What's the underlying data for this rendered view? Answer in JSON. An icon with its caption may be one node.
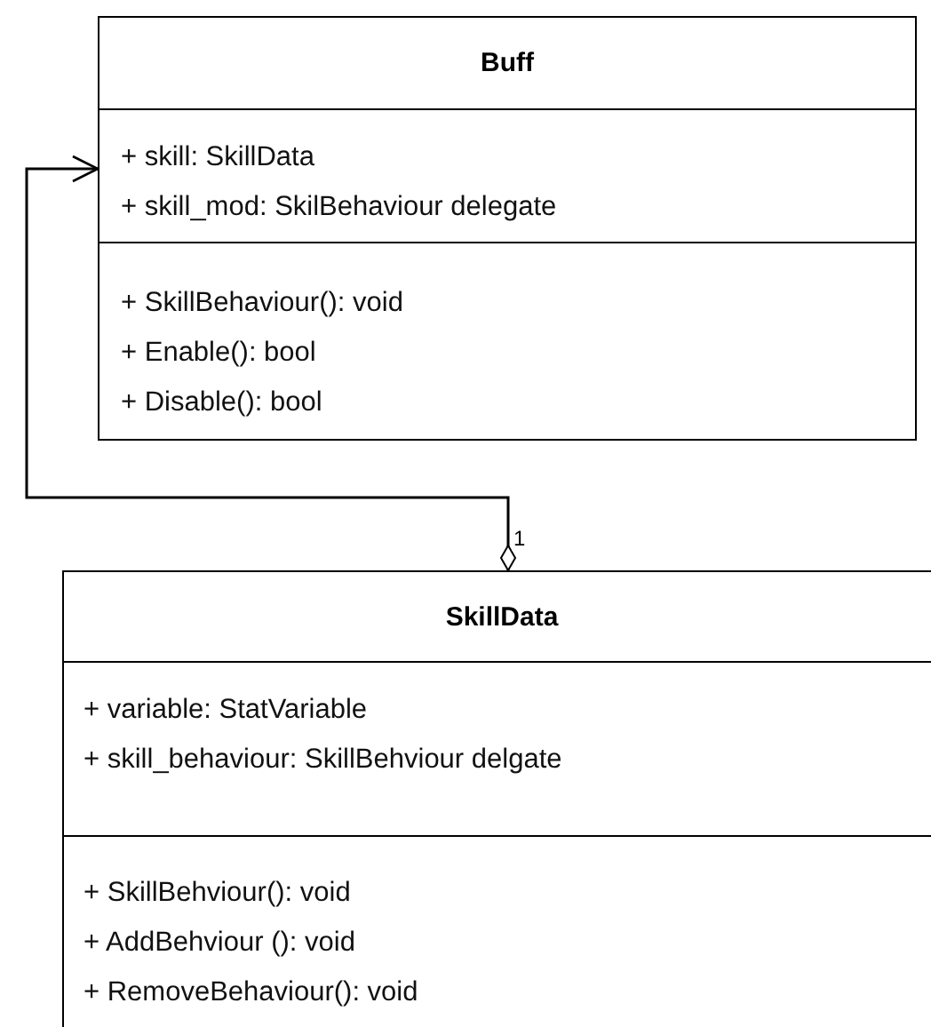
{
  "diagram": {
    "nodes": [
      {
        "text": [
          "Buff",
          "+ skill: SkillData",
          "+ skill_mod: SkilBehaviour delegate",
          "+ SkillBehaviour(): void",
          "+ Enable(): bool",
          "+ Disable(): bool"
        ]
      },
      {
        "text": [
          "SkillData",
          "+ variable: StatVariable",
          "+ skill_behaviour: SkillBehviour delgate",
          "+ SkillBehviour(): void",
          "+ AddBehviour (): void",
          "+ RemoveBehaviour(): void"
        ]
      }
    ],
    "edges": [
      {
        "from": 1,
        "to": 0,
        "arrow": "to",
        "label": "1"
      }
    ]
  }
}
